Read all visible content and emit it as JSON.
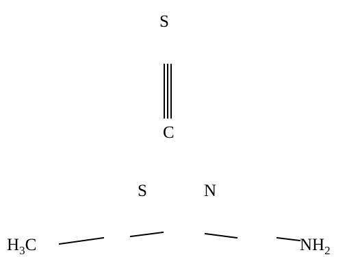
{
  "molecule": {
    "atoms": {
      "s_top": "S",
      "c_mid": "C",
      "s_lower": "S",
      "n_lower": "N",
      "methyl_main": "H",
      "methyl_sub": "3",
      "methyl_tail": "C",
      "amine_main": "NH",
      "amine_sub": "2"
    }
  }
}
